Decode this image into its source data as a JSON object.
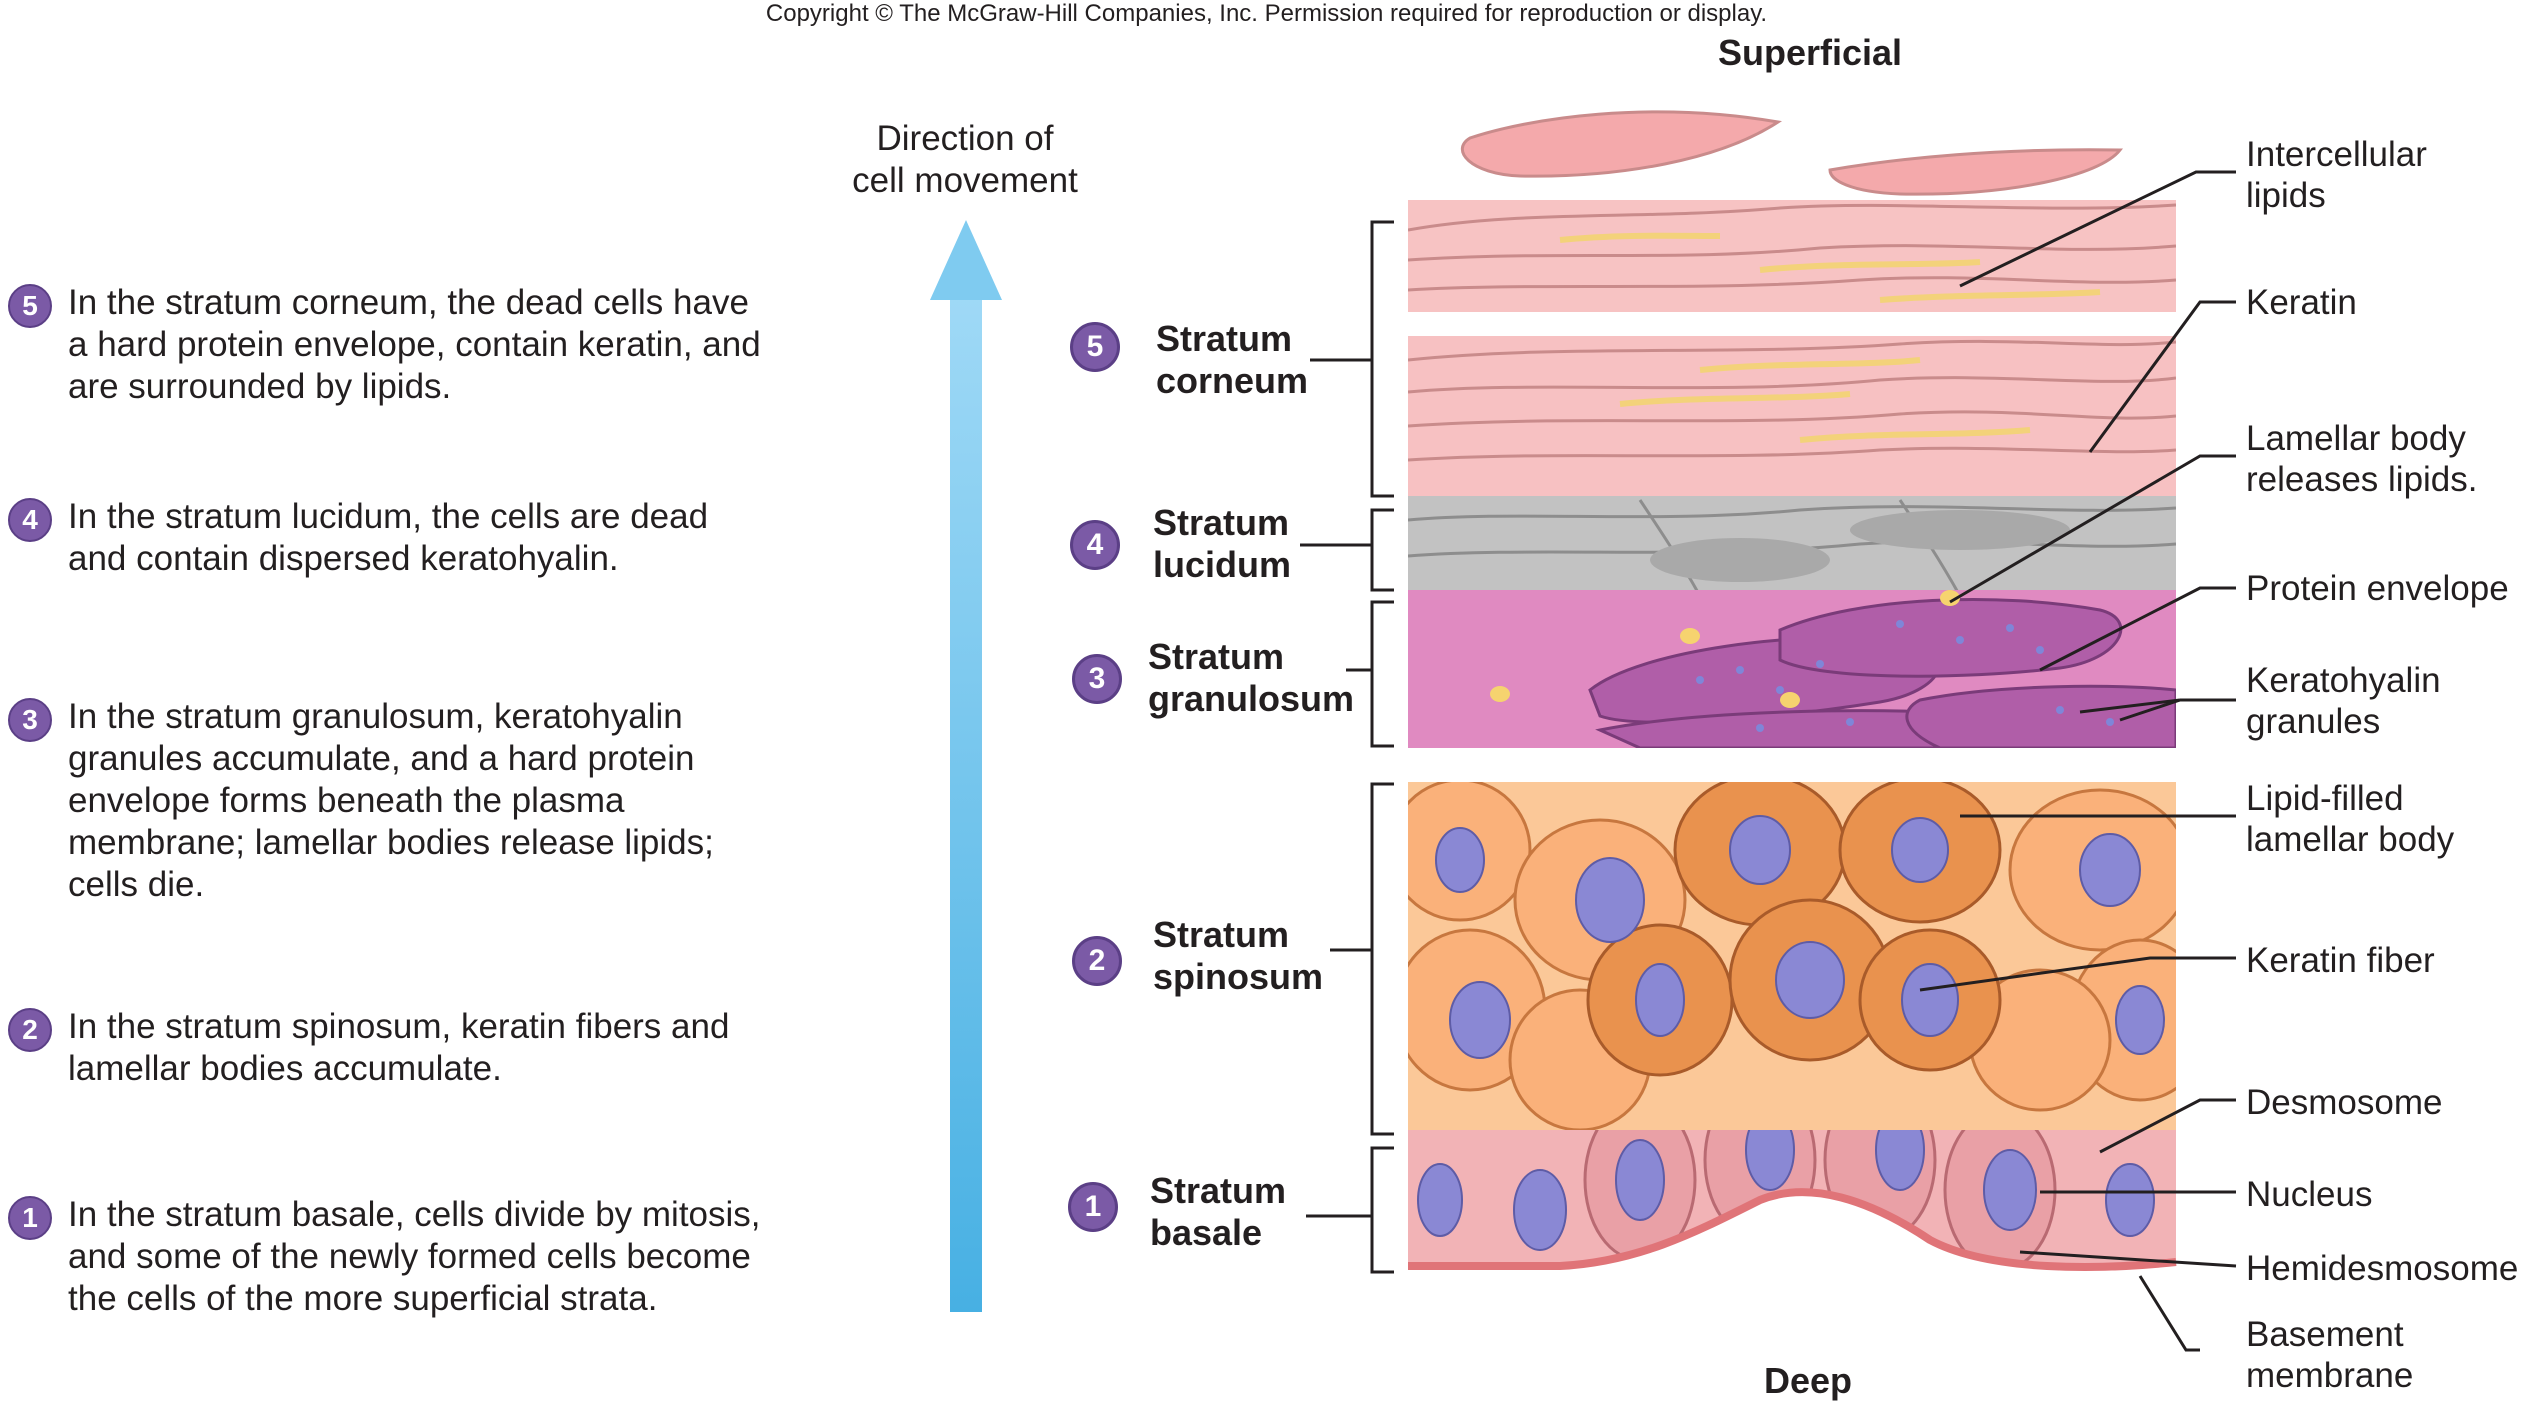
{
  "copyright": "Copyright © The McGraw-Hill Companies, Inc. Permission required for reproduction or display.",
  "direction_label": "Direction of\ncell movement",
  "superficial_label": "Superficial",
  "deep_label": "Deep",
  "steps": [
    {
      "num": "5",
      "text": "In the stratum corneum, the dead cells have\na hard protein envelope, contain keratin, and\nare surrounded by lipids."
    },
    {
      "num": "4",
      "text": "In the stratum lucidum, the cells are dead\nand contain dispersed keratohyalin."
    },
    {
      "num": "3",
      "text": "In the stratum granulosum, keratohyalin\ngranules accumulate, and a hard protein\nenvelope forms beneath the plasma\nmembrane; lamellar bodies release lipids;\ncells die."
    },
    {
      "num": "2",
      "text": "In the stratum spinosum, keratin fibers and\nlamellar bodies accumulate."
    },
    {
      "num": "1",
      "text": "In the stratum basale, cells divide by mitosis,\nand some of the newly formed cells become\nthe cells of the more superficial strata."
    }
  ],
  "layers": [
    {
      "num": "5",
      "name": "Stratum\ncorneum"
    },
    {
      "num": "4",
      "name": "Stratum\nlucidum"
    },
    {
      "num": "3",
      "name": "Stratum\ngranulosum"
    },
    {
      "num": "2",
      "name": "Stratum\nspinosum"
    },
    {
      "num": "1",
      "name": "Stratum\nbasale"
    }
  ],
  "right_labels": [
    "Intercellular\nlipids",
    "Keratin",
    "Lamellar body\nreleases lipids.",
    "Protein envelope",
    "Keratohyalin\ngranules",
    "Lipid-filled\nlamellar body",
    "Keratin fiber",
    "Desmosome",
    "Nucleus",
    "Hemidesmosome",
    "Basement\nmembrane"
  ],
  "colors": {
    "badge": "#7b5aa6",
    "arrow": "#5bbcea",
    "corneum": "#f5b7b7",
    "lucidum": "#b9b9b9",
    "granulosum": "#d577b5",
    "spinosum": "#f8b57c",
    "basale": "#eea4ab",
    "nucleus": "#8a88d4"
  }
}
